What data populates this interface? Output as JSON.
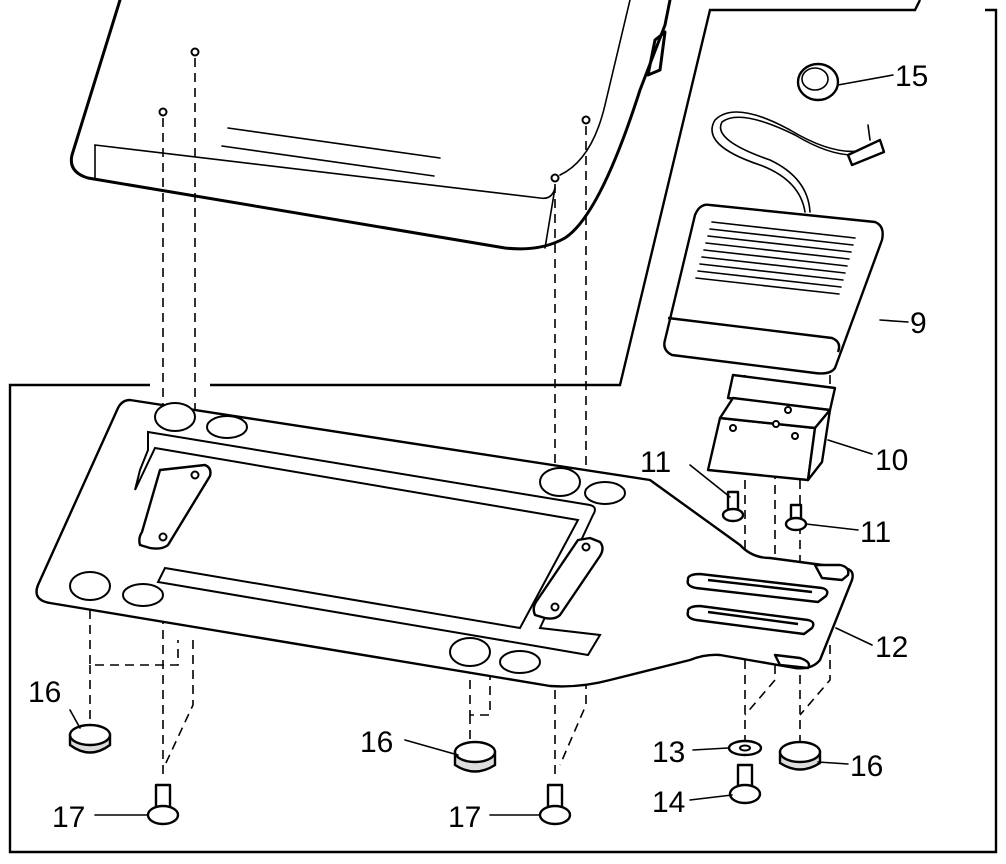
{
  "callouts": {
    "c9": "9",
    "c10": "10",
    "c11a": "11",
    "c11b": "11",
    "c12": "12",
    "c13": "13",
    "c14": "14",
    "c15": "15",
    "c16a": "16",
    "c16b": "16",
    "c16c": "16",
    "c17a": "17",
    "c17b": "17"
  },
  "colors": {
    "ink": "#000000",
    "background": "#ffffff",
    "shade": "#dcdcdc"
  }
}
